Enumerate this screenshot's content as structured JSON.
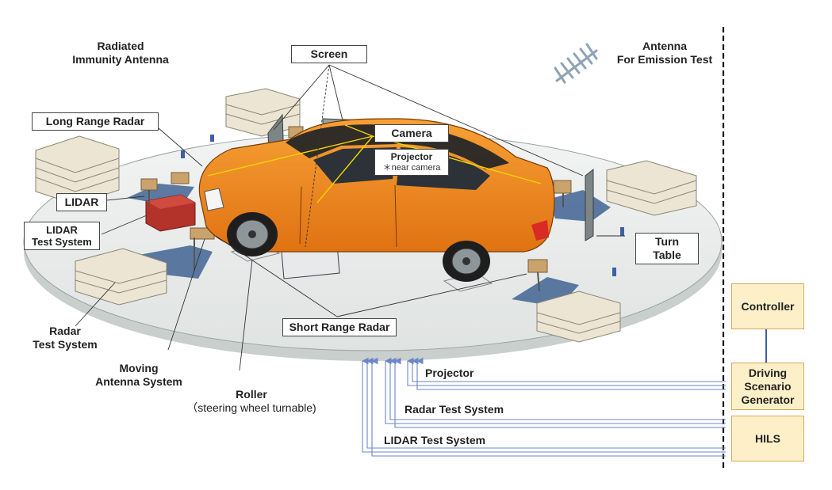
{
  "labels": {
    "radiated_antenna": [
      "Radiated",
      "Immunity Antenna"
    ],
    "antenna_emission": [
      "Antenna",
      "For Emission Test"
    ],
    "screen": "Screen",
    "long_range_radar": "Long Range Radar",
    "camera": "Camera",
    "projector_box": "Projector",
    "projector_note": "＊near camera",
    "lidar": "LIDAR",
    "lidar_test_system": [
      "LIDAR",
      "Test System"
    ],
    "turn_table": [
      "Turn",
      "Table"
    ],
    "radar_test_system": [
      "Radar",
      "Test System"
    ],
    "moving_antenna_system": [
      "Moving",
      "Antenna System"
    ],
    "roller": [
      "Roller",
      "（steering wheel turnable)"
    ],
    "short_range_radar": "Short Range Radar"
  },
  "side_panel": {
    "controller": "Controller",
    "driving_scenario_generator": [
      "Driving",
      "Scenario",
      "Generator"
    ],
    "hils": "HILS"
  },
  "signal_lines": {
    "projector": "Projector",
    "radar_test_system": "Radar Test System",
    "lidar_test_system": "LIDAR Test System"
  },
  "colors": {
    "car_body": "#f28a1a",
    "turntable": "#e8ecea",
    "side_box_fill": "#fdf0c8",
    "side_box_border": "#d6a85b",
    "signal_line": "#6b86c9",
    "pointer_yellow": "#f2d400",
    "blue_sector": "#4a6b98",
    "absorber": "#ece5d3"
  }
}
